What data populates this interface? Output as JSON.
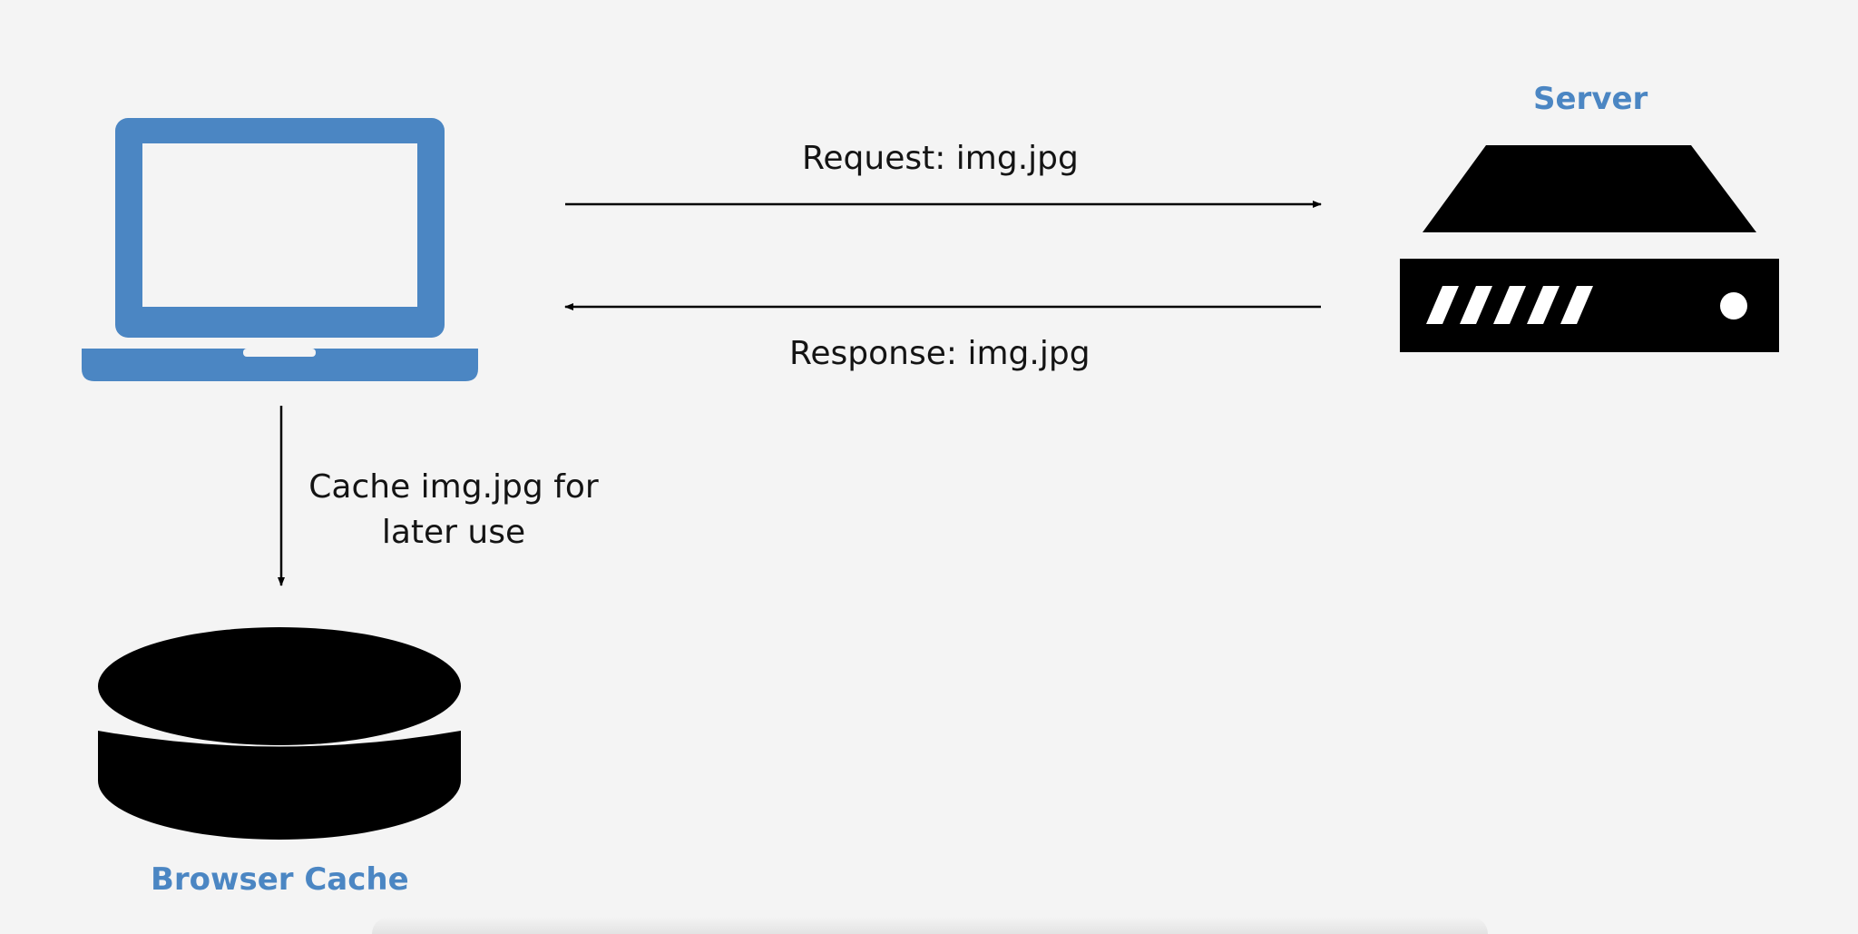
{
  "nodes": {
    "server": {
      "title": "Server"
    },
    "cache": {
      "title": "Browser Cache"
    }
  },
  "edges": {
    "request": {
      "label": "Request: img.jpg"
    },
    "response": {
      "label": "Response: img.jpg"
    },
    "cache_store": {
      "label_line1": "Cache img.jpg for",
      "label_line2": "later use"
    }
  },
  "colors": {
    "accent": "#4b86c3",
    "icon": "#000000",
    "text": "#141414",
    "background": "#f4f4f4"
  },
  "icons": {
    "client": "laptop-icon",
    "server": "server-icon",
    "cache": "database-icon"
  }
}
